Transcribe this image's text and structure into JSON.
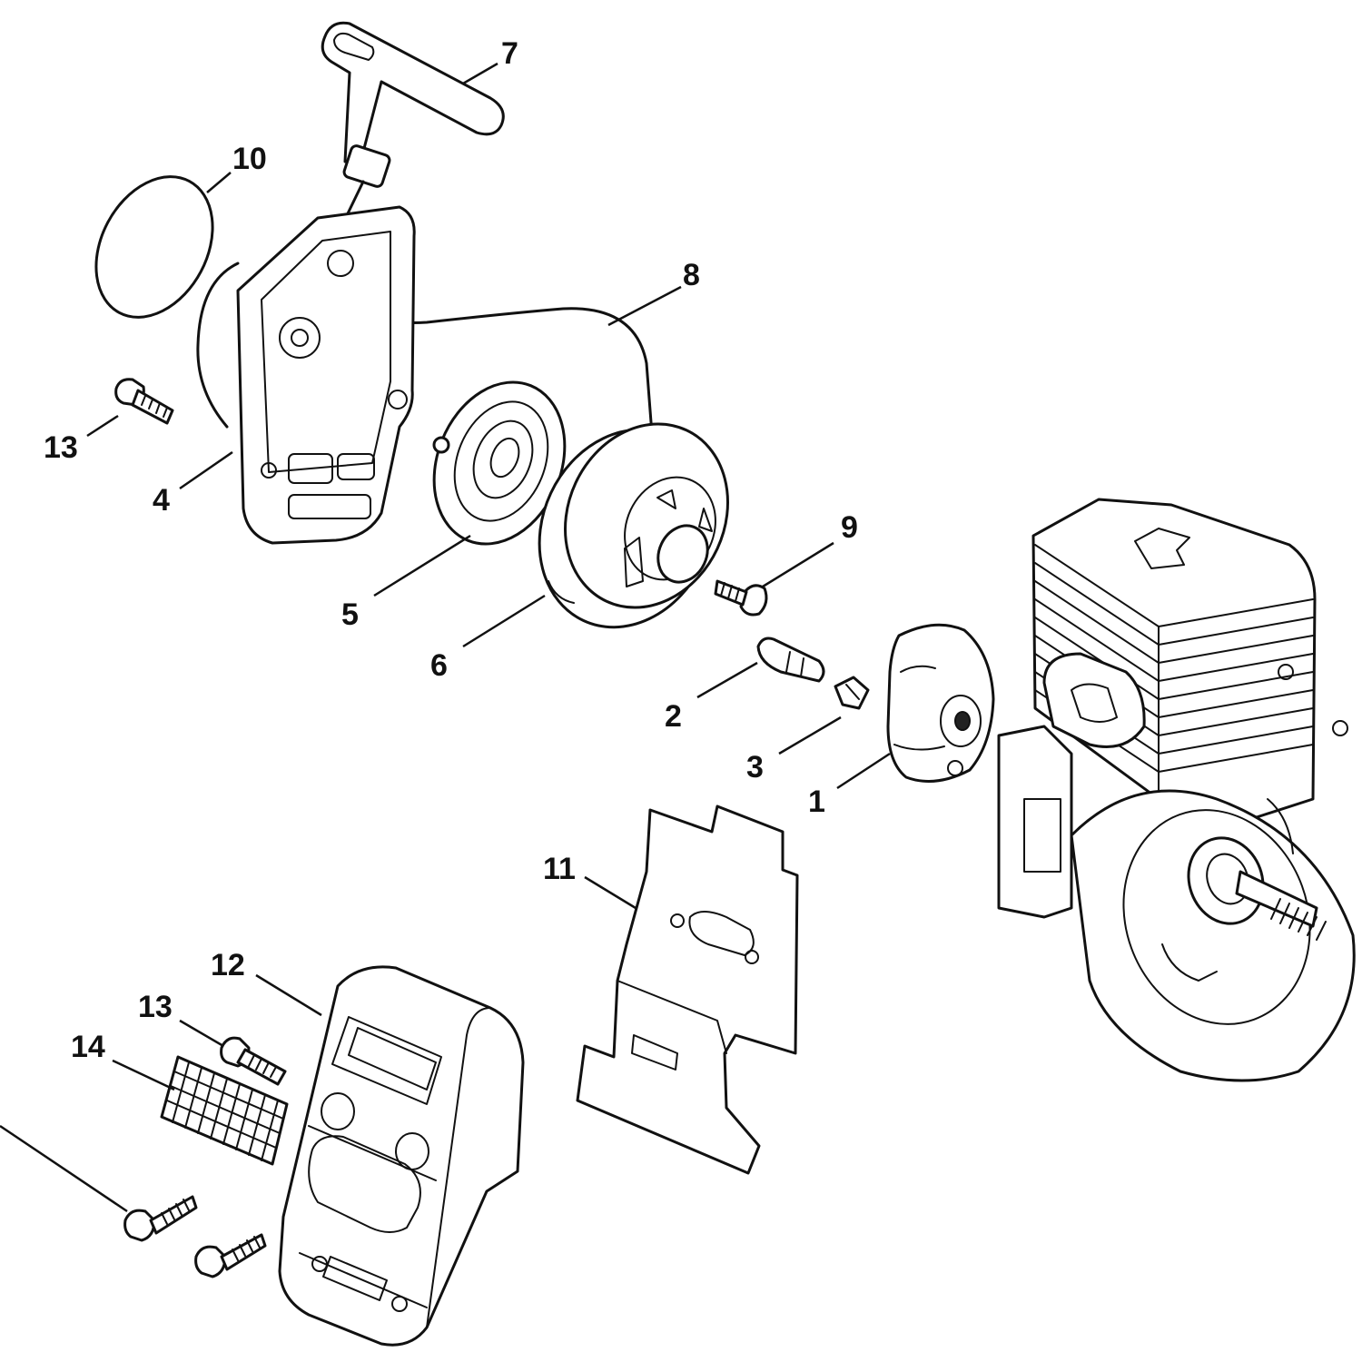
{
  "callouts": [
    {
      "id": "c7",
      "label": "7"
    },
    {
      "id": "c10",
      "label": "10"
    },
    {
      "id": "c8",
      "label": "8"
    },
    {
      "id": "c13a",
      "label": "13"
    },
    {
      "id": "c4",
      "label": "4"
    },
    {
      "id": "c9",
      "label": "9"
    },
    {
      "id": "c5",
      "label": "5"
    },
    {
      "id": "c6",
      "label": "6"
    },
    {
      "id": "c2",
      "label": "2"
    },
    {
      "id": "c3",
      "label": "3"
    },
    {
      "id": "c1",
      "label": "1"
    },
    {
      "id": "c11",
      "label": "11"
    },
    {
      "id": "c12",
      "label": "12"
    },
    {
      "id": "c13b",
      "label": "13"
    },
    {
      "id": "c14",
      "label": "14"
    }
  ]
}
